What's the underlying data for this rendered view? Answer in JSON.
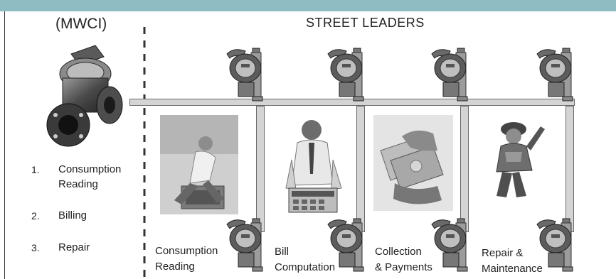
{
  "header": {
    "left_title": "(MWCI)",
    "right_title": "STREET LEADERS"
  },
  "mwci_list": [
    {
      "number": "1.",
      "lines": [
        "Consumption",
        "Reading"
      ]
    },
    {
      "number": "2.",
      "lines": [
        "Billing"
      ]
    },
    {
      "number": "3.",
      "lines": [
        "Repair"
      ]
    }
  ],
  "street_functions": [
    {
      "lines": [
        "Consumption",
        "Reading"
      ],
      "image": "meter-reader-photo"
    },
    {
      "lines": [
        "Bill",
        "Computation"
      ],
      "image": "calculator-man-photo"
    },
    {
      "lines": [
        "Collection",
        "& Payments"
      ],
      "image": "cash-payment-photo"
    },
    {
      "lines": [
        "Repair &",
        "Maintenance"
      ],
      "image": "repairman-photo"
    }
  ],
  "colors": {
    "top_bar": "#8fbcc2",
    "pipe_fill": "#d4d4d4",
    "divider": "#333333"
  }
}
